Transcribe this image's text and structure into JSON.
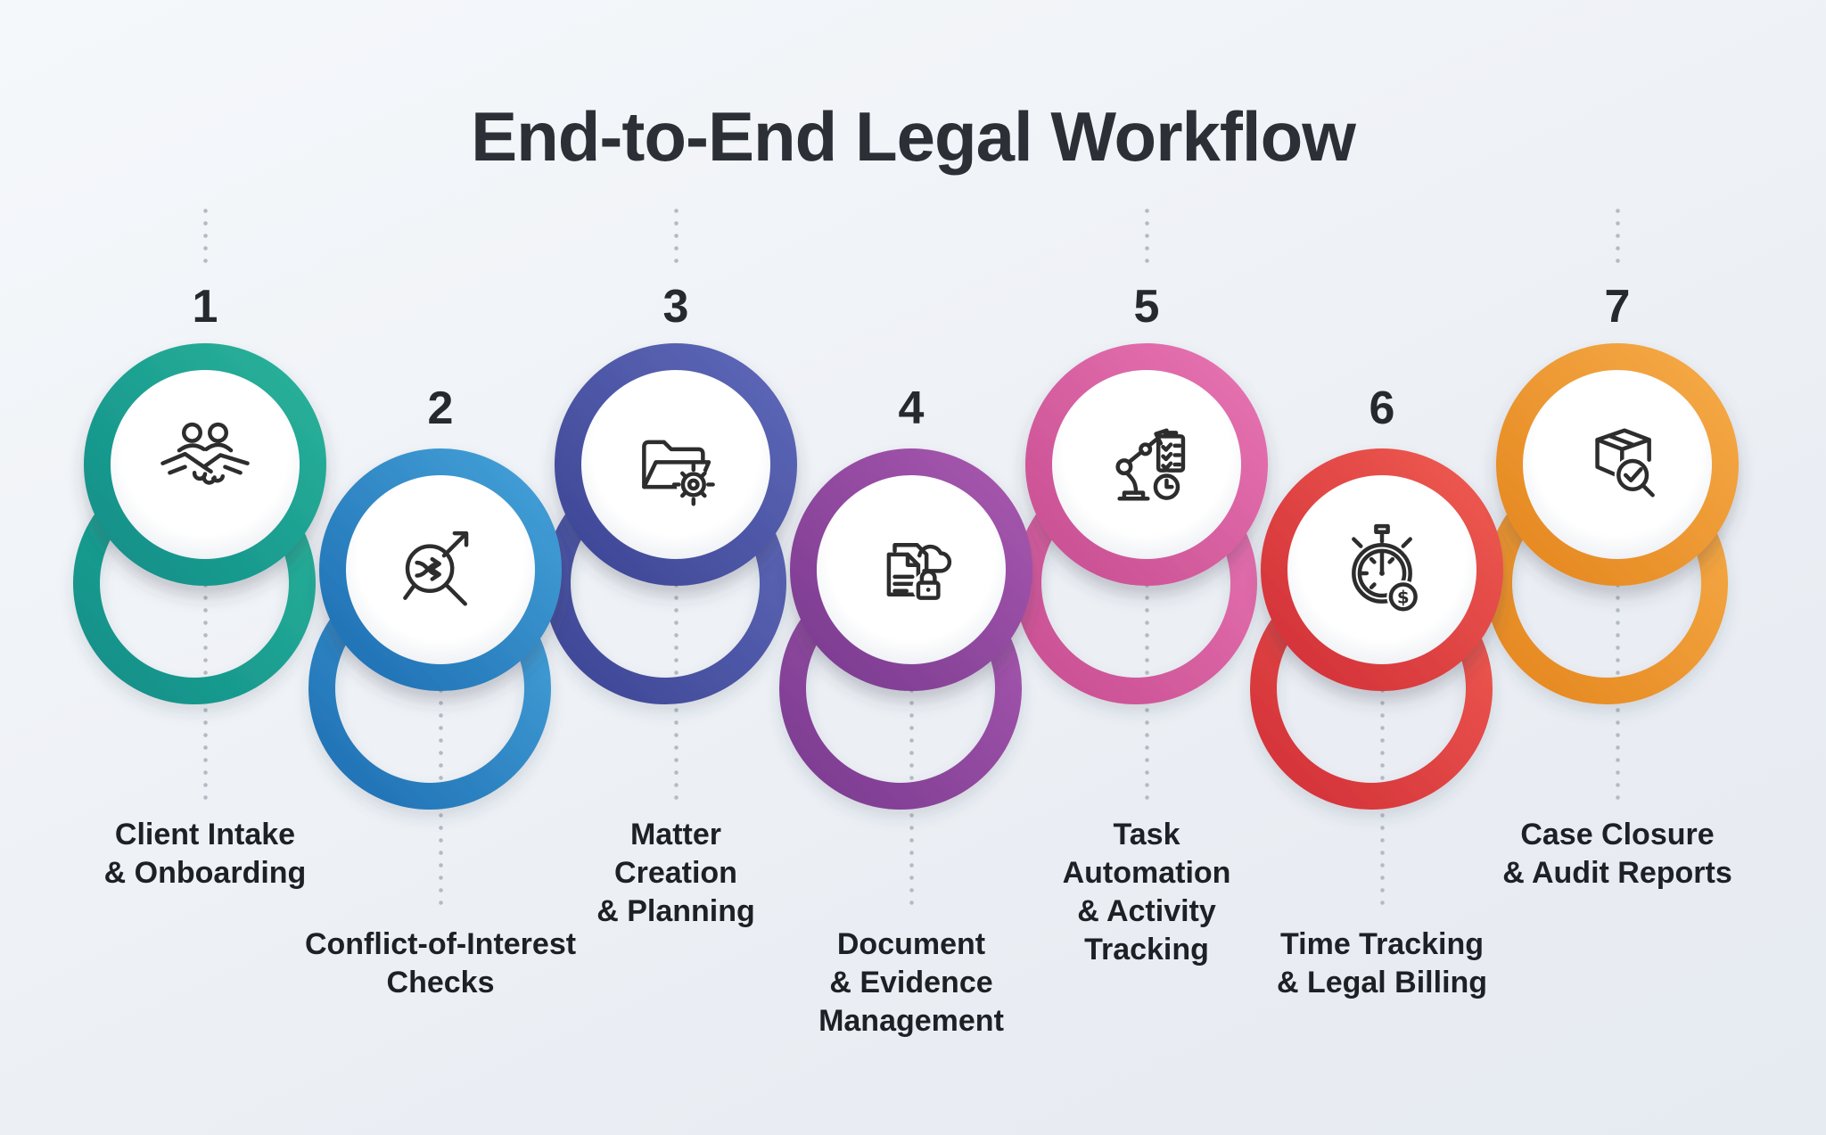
{
  "title": "End-to-End Legal Workflow",
  "background_color": "#eff2f6",
  "dotted_line_color": "#b3bac3",
  "title_color": "#2c3036",
  "number_color": "#26292e",
  "label_color": "#1d2126",
  "icon_stroke_color": "#2d2d2d",
  "steps": [
    {
      "number": "1",
      "position": "high",
      "icon": "handshake-icon",
      "color_light": "#2ab29a",
      "color_dark": "#0f8e88",
      "label_lines": [
        "Client Intake",
        "& Onboarding"
      ]
    },
    {
      "number": "2",
      "position": "low",
      "icon": "conflict-search-icon",
      "color_light": "#44a1d8",
      "color_dark": "#1e6fb3",
      "label_lines": [
        "Conflict-of-Interest",
        "Checks"
      ]
    },
    {
      "number": "3",
      "position": "high",
      "icon": "folder-gear-icon",
      "color_light": "#5e68b8",
      "color_dark": "#3d4695",
      "label_lines": [
        "Matter",
        "Creation",
        "& Planning"
      ]
    },
    {
      "number": "4",
      "position": "low",
      "icon": "document-cloud-lock-icon",
      "color_light": "#a757ae",
      "color_dark": "#7a3b90",
      "label_lines": [
        "Document",
        "& Evidence",
        "Management"
      ]
    },
    {
      "number": "5",
      "position": "high",
      "icon": "robot-checklist-icon",
      "color_light": "#e773b1",
      "color_dark": "#c84e92",
      "label_lines": [
        "Task",
        "Automation",
        "& Activity",
        "Tracking"
      ]
    },
    {
      "number": "6",
      "position": "low",
      "icon": "stopwatch-dollar-icon",
      "color_light": "#ee5a51",
      "color_dark": "#d23037",
      "label_lines": [
        "Time Tracking",
        "& Legal Billing"
      ]
    },
    {
      "number": "7",
      "position": "high",
      "icon": "package-audit-icon",
      "color_light": "#f5aa47",
      "color_dark": "#e5871f",
      "label_lines": [
        "Case Closure",
        "& Audit Reports"
      ]
    }
  ]
}
